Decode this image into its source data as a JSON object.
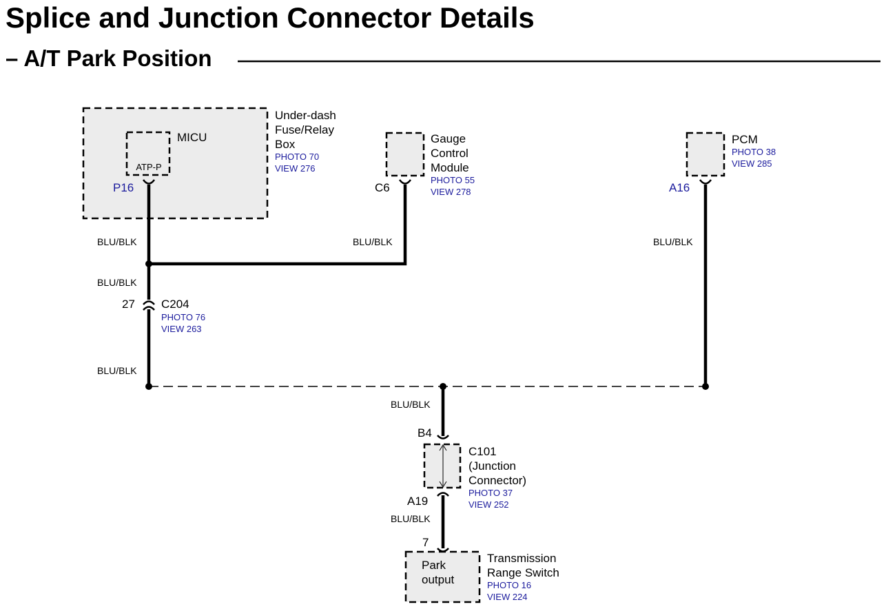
{
  "page": {
    "title": "Splice and Junction Connector Details",
    "section_dash": "–",
    "section_title": "A/T Park Position"
  },
  "components": {
    "fuse_box": {
      "name_lines": [
        "Under-dash",
        "Fuse/Relay",
        "Box"
      ],
      "photo": "PHOTO 70",
      "view": "VIEW 276"
    },
    "micu": {
      "name": "MICU",
      "pin_label": "ATP-P",
      "terminal": "P16"
    },
    "gauge": {
      "name_lines": [
        "Gauge",
        "Control",
        "Module"
      ],
      "photo": "PHOTO 55",
      "view": "VIEW 278",
      "terminal": "C6"
    },
    "pcm": {
      "name": "PCM",
      "photo": "PHOTO 38",
      "view": "VIEW 285",
      "terminal": "A16"
    },
    "c204": {
      "pin": "27",
      "name": "C204",
      "photo": "PHOTO 76",
      "view": "VIEW 263"
    },
    "c101": {
      "name_lines": [
        "C101",
        "(Junction",
        "Connector)"
      ],
      "photo": "PHOTO 37",
      "view": "VIEW 252",
      "pin_top": "B4",
      "pin_bottom": "A19"
    },
    "trs": {
      "name_lines": [
        "Transmission",
        "Range Switch"
      ],
      "photo": "PHOTO 16",
      "view": "VIEW 224",
      "pin": "7",
      "inner_lines": [
        "Park",
        "output"
      ]
    }
  },
  "wires": {
    "micu_top": "BLU/BLK",
    "gauge": "BLU/BLK",
    "pcm": "BLU/BLK",
    "micu_mid": "BLU/BLK",
    "micu_low": "BLU/BLK",
    "c101_top": "BLU/BLK",
    "c101_bottom": "BLU/BLK"
  },
  "colors": {
    "wire": "#000000",
    "component_fill": "#ececec",
    "reference_text": "#1a1a9c",
    "terminal_text": "#1a1a9c"
  }
}
